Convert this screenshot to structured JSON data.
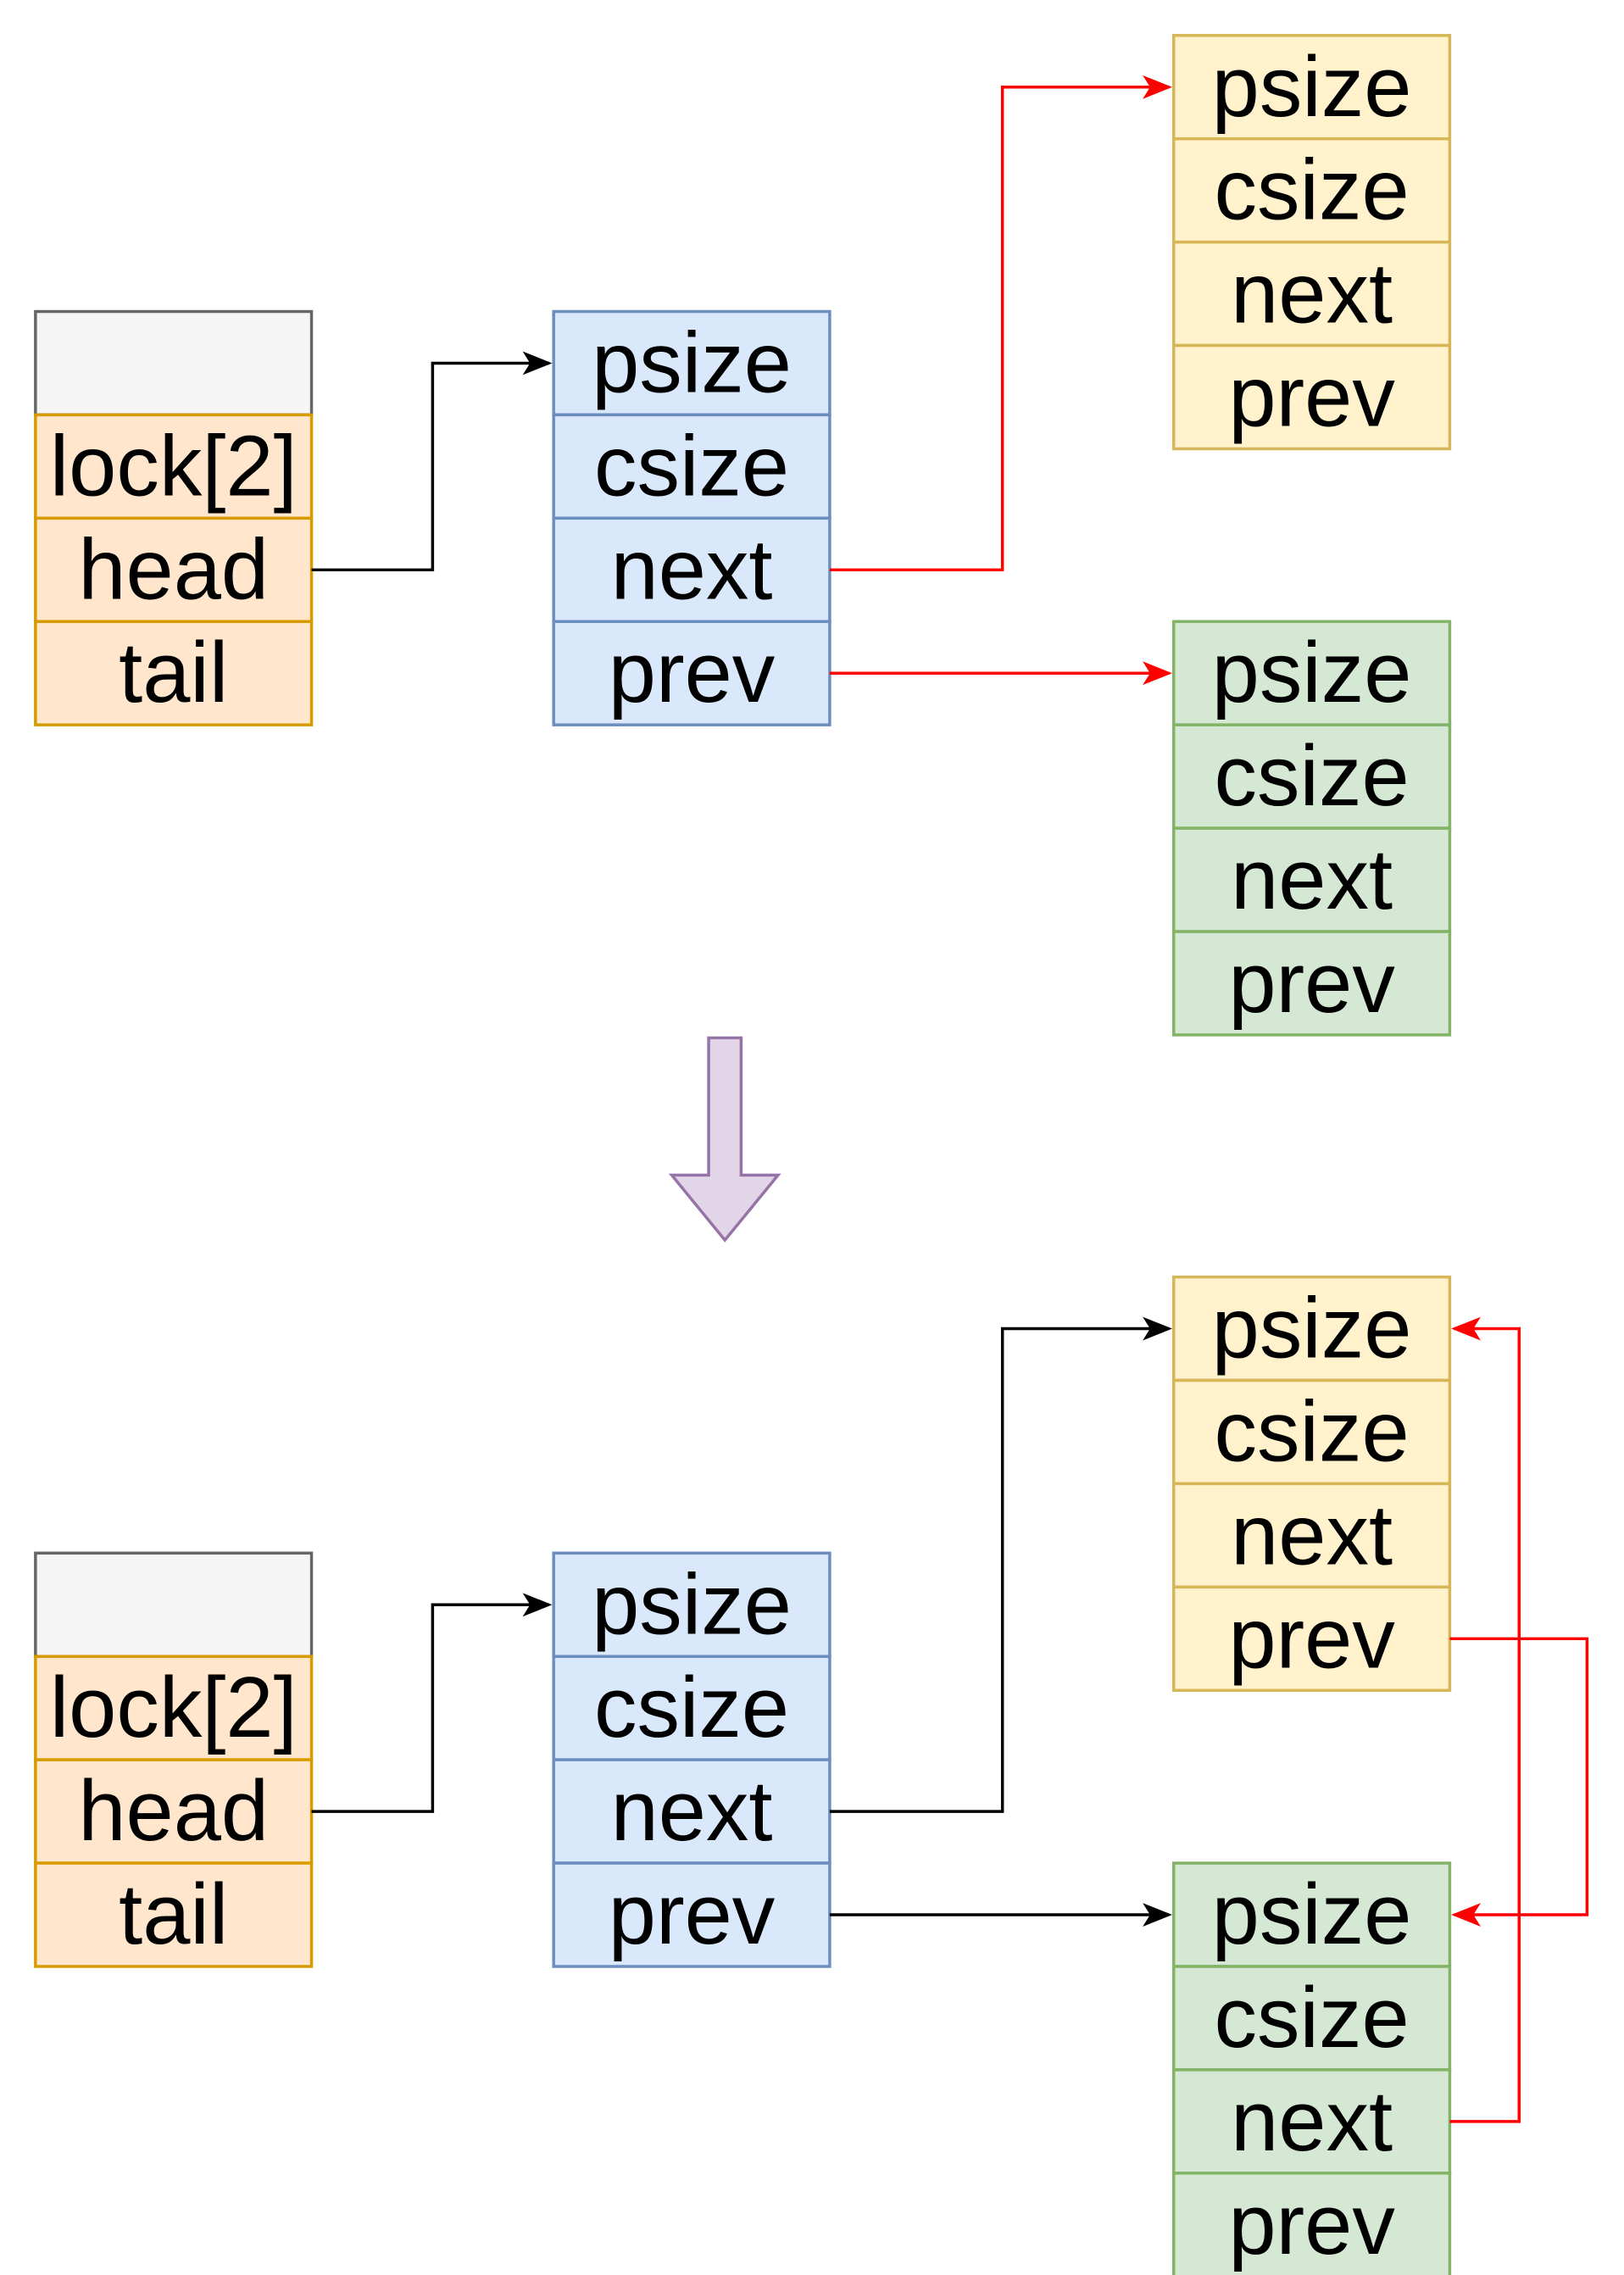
{
  "diagram": {
    "before": {
      "bin": {
        "header": "",
        "fields": [
          "lock[2]",
          "head",
          "tail"
        ]
      },
      "chunk": {
        "fields": [
          "psize",
          "csize",
          "next",
          "prev"
        ]
      },
      "next_chunk": {
        "fields": [
          "psize",
          "csize",
          "next",
          "prev"
        ]
      },
      "prev_chunk": {
        "fields": [
          "psize",
          "csize",
          "next",
          "prev"
        ]
      }
    },
    "after": {
      "bin": {
        "header": "",
        "fields": [
          "lock[2]",
          "head",
          "tail"
        ]
      },
      "chunk": {
        "fields": [
          "psize",
          "csize",
          "next",
          "prev"
        ]
      },
      "next_chunk": {
        "fields": [
          "psize",
          "csize",
          "next",
          "prev"
        ]
      },
      "prev_chunk": {
        "fields": [
          "psize",
          "csize",
          "next",
          "prev"
        ]
      }
    }
  },
  "colors": {
    "bin_header_fill": "#f5f5f5",
    "bin_header_stroke": "#666666",
    "bin_fill": "#ffe6cc",
    "bin_stroke": "#d79b00",
    "chunk_fill": "#dae8fc",
    "chunk_stroke": "#6c8ebf",
    "next_chunk_fill": "#fff2cc",
    "next_chunk_stroke": "#d6b656",
    "prev_chunk_fill": "#d5e8d4",
    "prev_chunk_stroke": "#82b366",
    "transition_fill": "#e1d5e7",
    "transition_stroke": "#9673a6",
    "edge_black": "#000000",
    "edge_red": "#ff0000"
  },
  "edges": [
    {
      "id": "before-head-to-chunk",
      "from": "before.bin.head",
      "to": "before.chunk.psize",
      "color": "black"
    },
    {
      "id": "before-chunk-next-to-next-chunk",
      "from": "before.chunk.next",
      "to": "before.next_chunk.psize",
      "color": "red"
    },
    {
      "id": "before-chunk-prev-to-prev-chunk",
      "from": "before.chunk.prev",
      "to": "before.prev_chunk.psize",
      "color": "red"
    },
    {
      "id": "after-head-to-chunk",
      "from": "after.bin.head",
      "to": "after.chunk.psize",
      "color": "black"
    },
    {
      "id": "after-chunk-next-to-next-chunk",
      "from": "after.chunk.next",
      "to": "after.next_chunk.psize",
      "color": "black"
    },
    {
      "id": "after-chunk-prev-to-prev-chunk",
      "from": "after.chunk.prev",
      "to": "after.prev_chunk.psize",
      "color": "black"
    },
    {
      "id": "after-next-chunk-prev-to-prev-chunk",
      "from": "after.next_chunk.prev",
      "to": "after.prev_chunk.psize",
      "color": "red"
    },
    {
      "id": "after-prev-chunk-next-to-next-chunk",
      "from": "after.prev_chunk.next",
      "to": "after.next_chunk.psize",
      "color": "red"
    }
  ]
}
